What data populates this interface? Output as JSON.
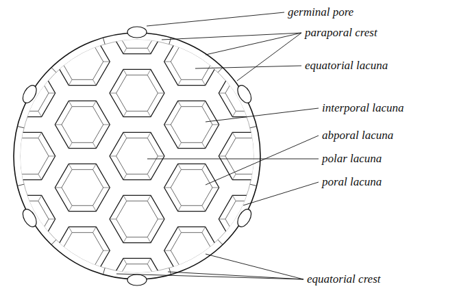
{
  "diagram": {
    "labels": [
      "germinal pore",
      "paraporal crest",
      "equatorial lacuna",
      "interporal lacuna",
      "abporal lacuna",
      "polar lacuna",
      "poral lacuna",
      "equatorial crest"
    ]
  }
}
